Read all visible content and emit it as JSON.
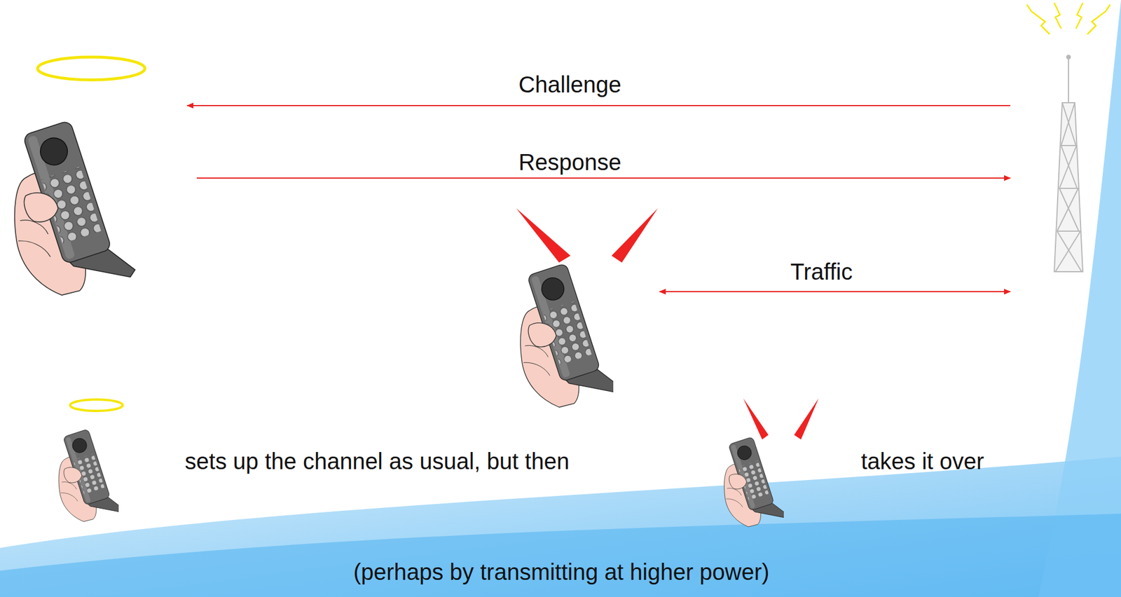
{
  "diagram": {
    "labels": [
      "Challenge",
      "Response",
      "Traffic",
      "sets up the channel as usual, but then",
      "takes it over",
      "(perhaps by transmitting at higher power)"
    ]
  }
}
